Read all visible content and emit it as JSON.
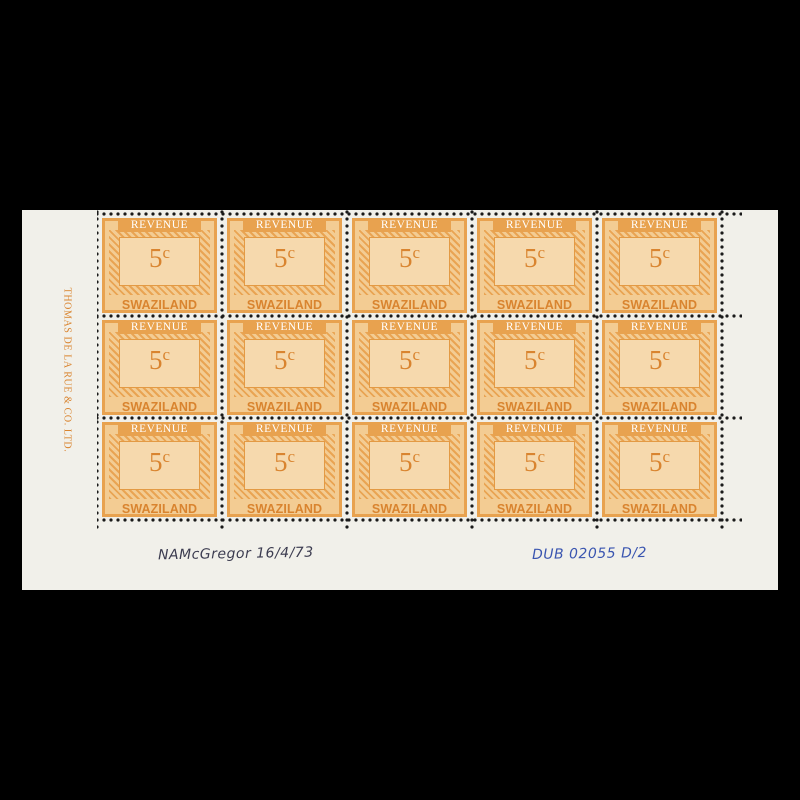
{
  "sheet": {
    "imprint": "THOMAS DE LA RUE & CO. LTD.",
    "colors": {
      "stamp": "#e8a24f",
      "stamp_light": "#f3cc93",
      "ink_dark": "#d9842f",
      "selvedge": "#f1f0ea",
      "background": "#000000"
    }
  },
  "stamp": {
    "top_label": "REVENUE",
    "value": "5",
    "value_unit": "c",
    "country": "SWAZILAND",
    "rows": 3,
    "columns": 5
  },
  "annotations": {
    "left_note": "NAMcGregor 16/4/73",
    "right_note": "DUB 02055 D/2"
  }
}
